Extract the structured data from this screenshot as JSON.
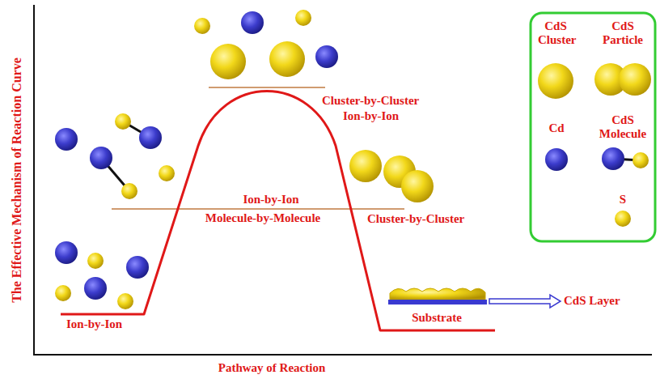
{
  "diagram": {
    "labels": [
      "The Effective Mechanism of Reaction Curve",
      "Pathway of Reaction",
      "Ion-by-Ion",
      "Ion-by-Ion",
      "Molecule-by-Molecule",
      "Cluster-by-Cluster",
      "Ion-by-Ion",
      "Cluster-by-Cluster",
      "Substrate",
      "CdS Layer"
    ],
    "legend": [
      {
        "text": "CdS Cluster"
      },
      {
        "text": "CdS Particle"
      },
      {
        "text": "Cd"
      },
      {
        "text": "CdS Molecule"
      },
      {
        "text": "S"
      }
    ]
  }
}
